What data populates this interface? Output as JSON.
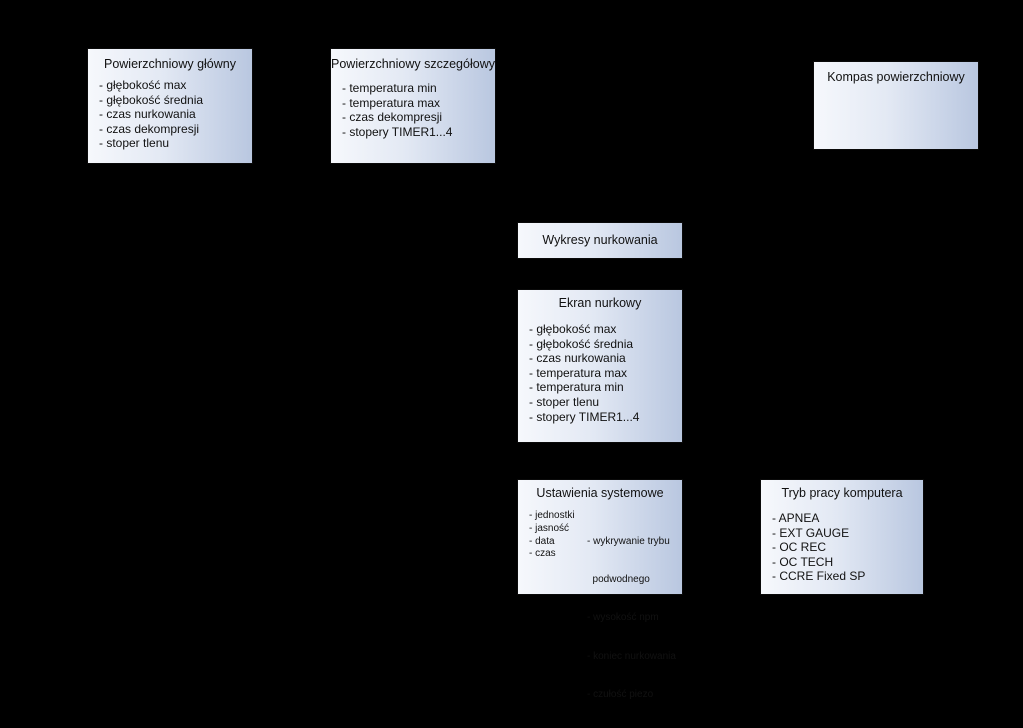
{
  "boxes": {
    "surface_main": {
      "title": "Powierzchniowy główny",
      "items": [
        "- głębokość max",
        "- głębokość średnia",
        "- czas nurkowania",
        "- czas dekompresji",
        "- stoper tlenu"
      ]
    },
    "surface_detail": {
      "title": "Powierzchniowy szczegółowy",
      "items": [
        "- temperatura min",
        "- temperatura max",
        "- czas dekompresji",
        "- stopery TIMER1...4"
      ]
    },
    "compass": {
      "title": "Kompas powierzchniowy"
    },
    "dive_charts": {
      "title": "Wykresy nurkowania"
    },
    "dive_screen": {
      "title": "Ekran nurkowy",
      "items": [
        "- głębokość max",
        "- głębokość średnia",
        "- czas nurkowania",
        "- temperatura max",
        "- temperatura  min",
        "- stoper tlenu",
        "- stopery TIMER1...4"
      ]
    },
    "system_settings": {
      "title": "Ustawienia systemowe",
      "items_left": [
        "- jednostki",
        "- jasność",
        "- data",
        "- czas"
      ],
      "items_right": [
        "- wykrywanie trybu",
        "  podwodnego",
        "- wysokość npm",
        "- koniec nurkowania",
        "- czułość piezo"
      ]
    },
    "computer_mode": {
      "title": "Tryb pracy komputera",
      "items": [
        "- APNEA",
        "- EXT GAUGE",
        "- OC REC",
        "- OC TECH",
        "- CCRE Fixed SP"
      ]
    }
  },
  "colors": {
    "background": "#000000",
    "box_fill_light": "#f6f8fc",
    "box_fill_dark": "#b9c7e0",
    "text": "#111111"
  }
}
